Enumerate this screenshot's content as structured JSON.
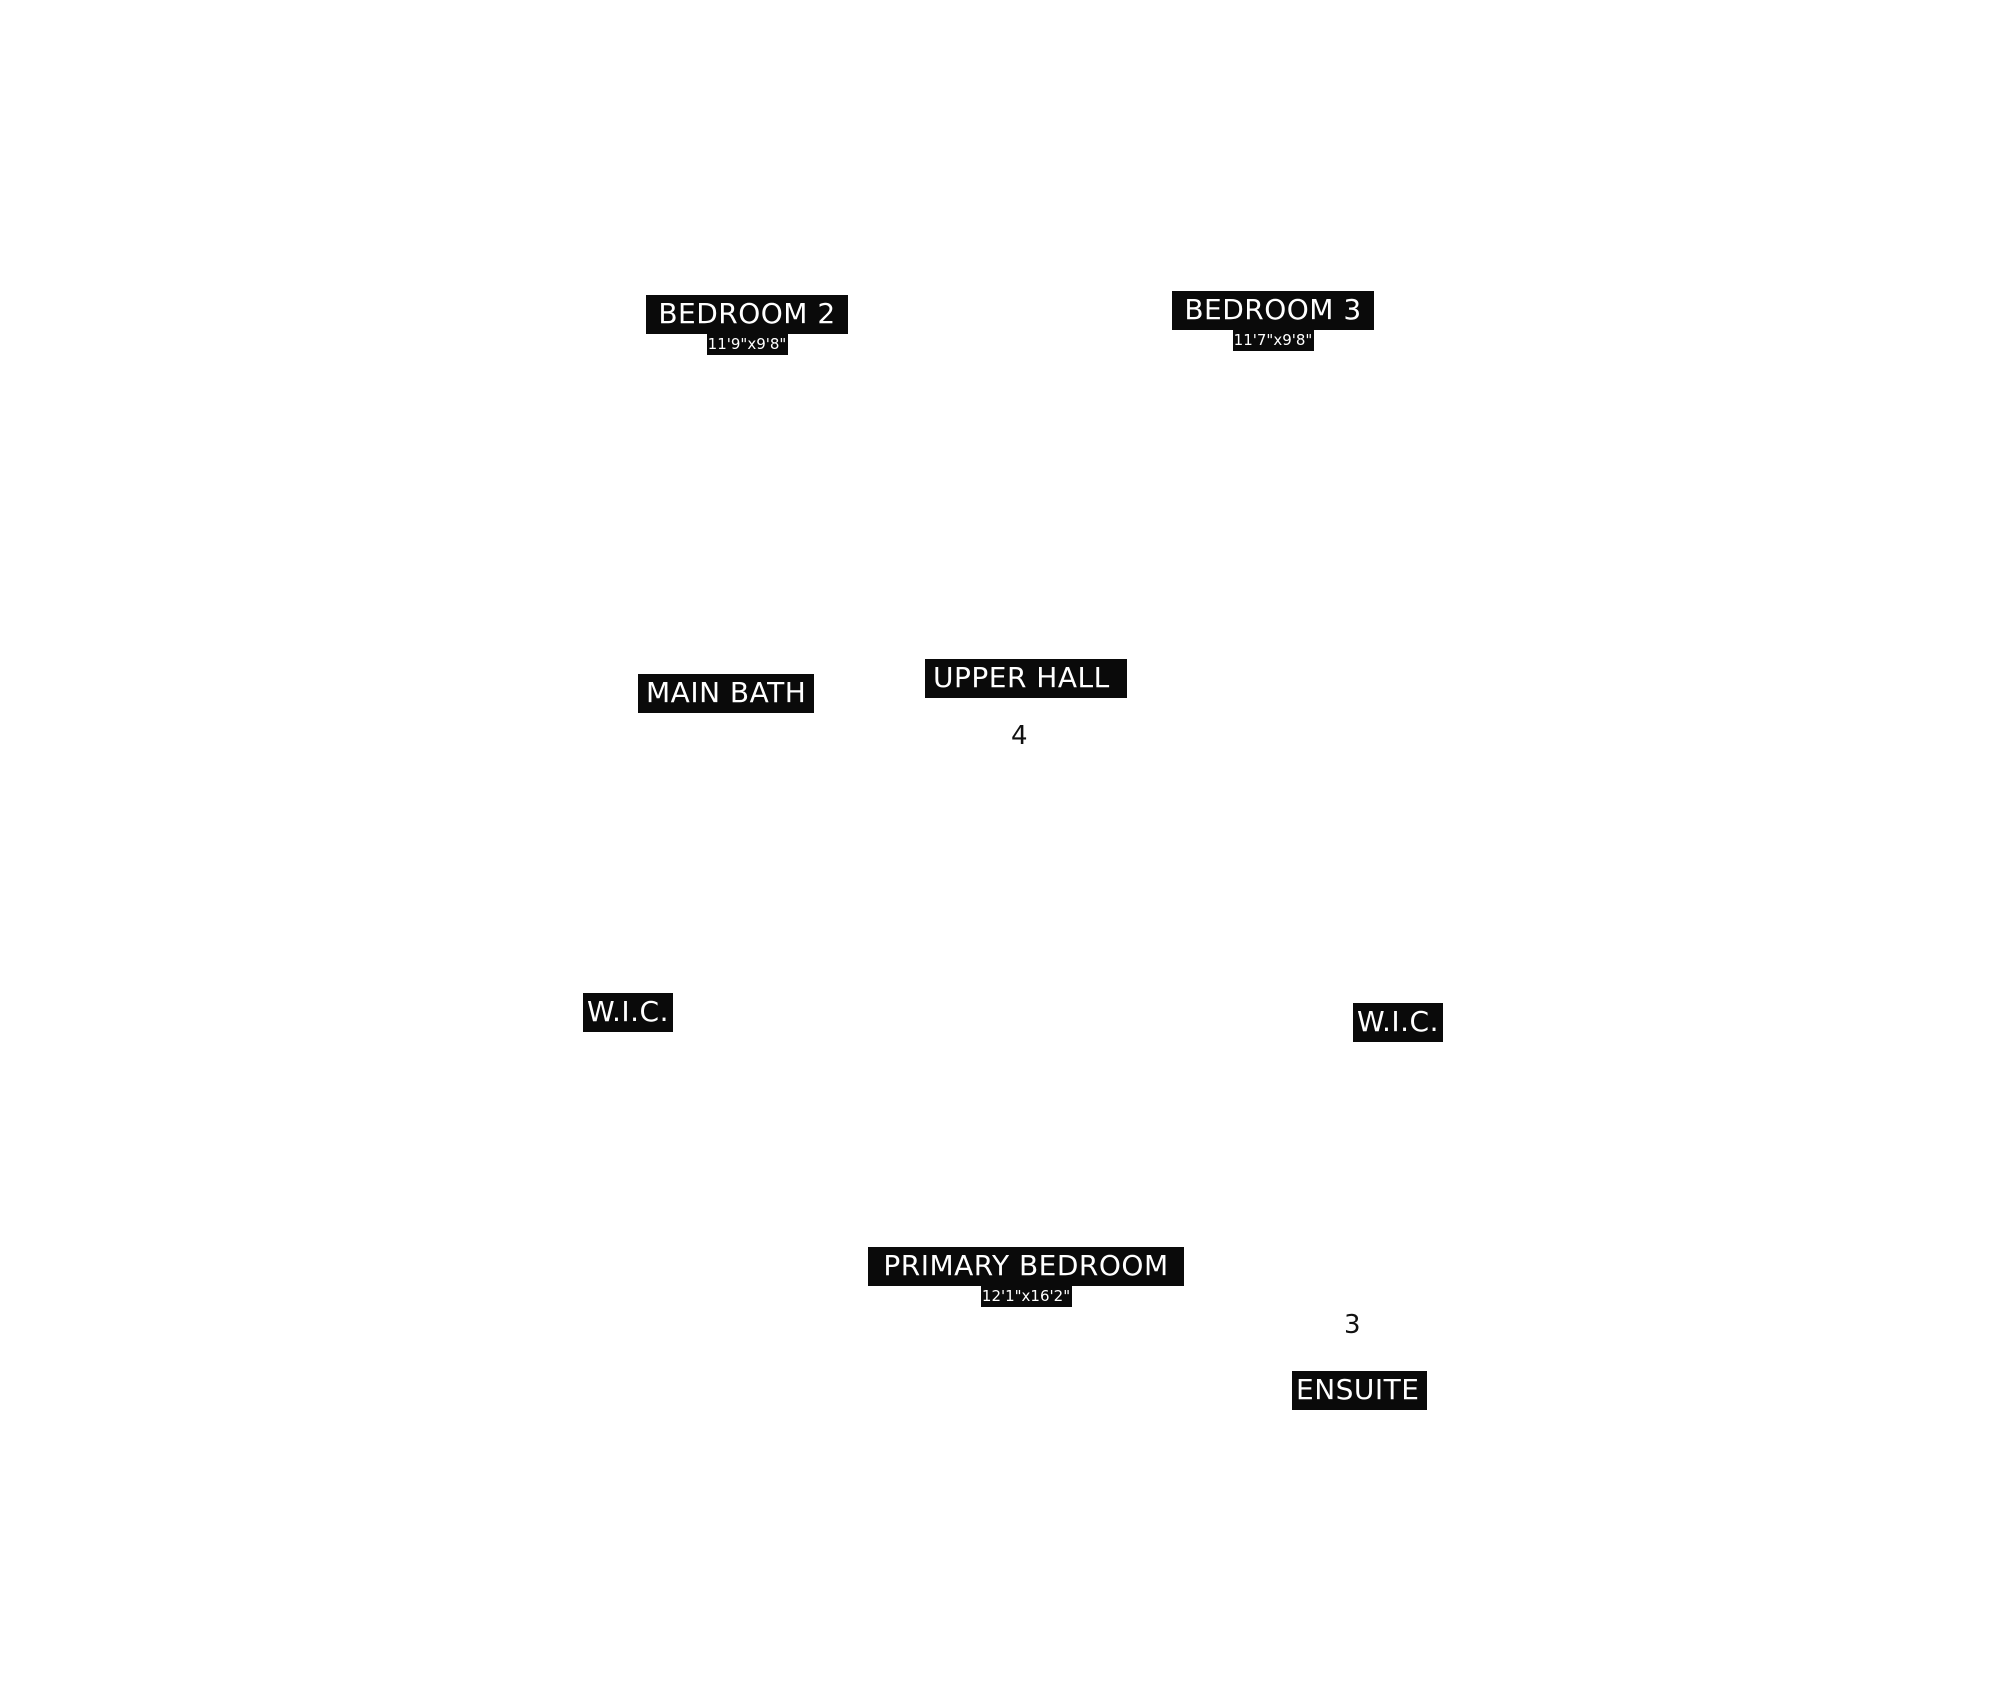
{
  "rooms": {
    "bedroom_2": {
      "name": "BEDROOM 2",
      "dims": "11'9\"x9'8\""
    },
    "bedroom_3": {
      "name": "BEDROOM 3",
      "dims": "11'7\"x9'8\""
    },
    "main_bath": {
      "name": "MAIN BATH"
    },
    "upper_hall": {
      "name": "UPPER HALL"
    },
    "wic_left": {
      "name": "W.I.C."
    },
    "wic_right": {
      "name": "W.I.C."
    },
    "primary_bedroom": {
      "name": "PRIMARY BEDROOM",
      "dims": "12'1\"x16'2\""
    },
    "ensuite": {
      "name": "ENSUITE"
    }
  },
  "markers": {
    "upper_hall_number": "4",
    "ensuite_number": "3"
  },
  "colors": {
    "label_background": "#0a0a0a",
    "label_text": "#ffffff",
    "page_background": "#ffffff"
  }
}
